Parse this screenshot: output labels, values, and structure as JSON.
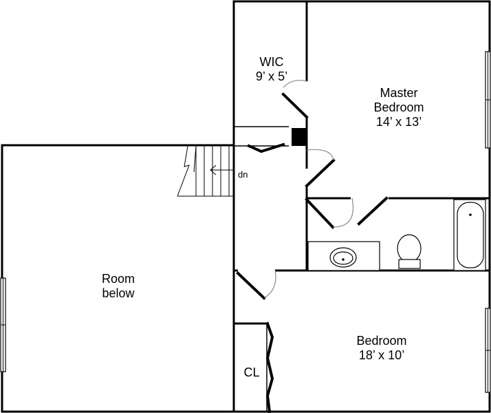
{
  "rooms": {
    "wic": {
      "name": "WIC",
      "size": "9’ x 5’"
    },
    "master": {
      "name_line1": "Master",
      "name_line2": "Bedroom",
      "size": "14’ x 13’"
    },
    "room_below": {
      "line1": "Room",
      "line2": "below"
    },
    "bedroom": {
      "name": "Bedroom",
      "size": "18’ x 10’"
    },
    "closet": {
      "name": "CL"
    }
  },
  "stairs": {
    "direction_label": "dn"
  }
}
